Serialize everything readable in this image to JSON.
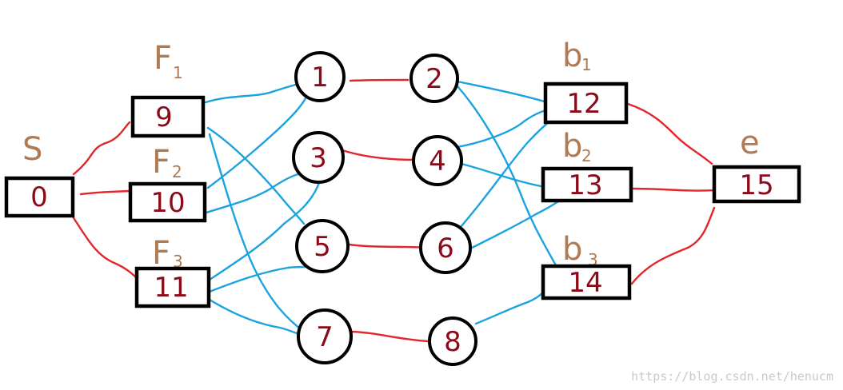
{
  "diagram": {
    "nodes": {
      "s": "0",
      "f1": "9",
      "f2": "10",
      "f3": "11",
      "n1": "1",
      "n2": "2",
      "n3": "3",
      "n4": "4",
      "n5": "5",
      "n6": "6",
      "n7": "7",
      "n8": "8",
      "b1": "12",
      "b2": "13",
      "b3": "14",
      "e": "15"
    },
    "labels": {
      "s": "S",
      "f1_main": "F",
      "f1_sub": "1",
      "f2_main": "F",
      "f2_sub": "2",
      "f3_main": "F",
      "f3_sub": "3",
      "b1_main": "b",
      "b1_sub": "1",
      "b2_main": "b",
      "b2_sub": "2",
      "b3_main": "b",
      "b3_sub": "3",
      "e": "e"
    },
    "colors": {
      "red_edge": "#e3262b",
      "blue_edge": "#1ba3e0",
      "node_text": "#8b0a1a",
      "label": "#b07a52"
    }
  },
  "watermark": "https://blog.csdn.net/henucm"
}
